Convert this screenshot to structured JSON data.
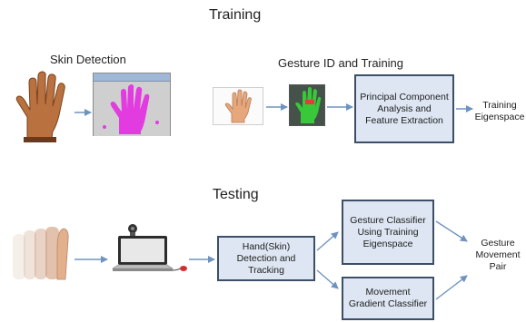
{
  "training": {
    "title": "Training",
    "skin_detection_label": "Skin Detection",
    "gesture_id_label": "Gesture ID and Training",
    "pca_box": "Principal Component Analysis and Feature Extraction",
    "output": "Training Eigenspace"
  },
  "testing": {
    "title": "Testing",
    "hand_box": "Hand(Skin) Detection and Tracking",
    "gesture_box": "Gesture Classifier Using Training Eigenspace",
    "movement_box": "Movement Gradient Classifier",
    "output": "Gesture Movement Pair"
  },
  "colors": {
    "box_fill": "#dde6f2",
    "box_border": "#3c4f66",
    "arrow": "#6f93bf",
    "skin": "#b8713f",
    "skin_mask": "#e23ce0",
    "green_mask": "#38c83a"
  },
  "icons": [
    "hand-photo",
    "skin-mask-window",
    "hand-photo-small",
    "green-hand-mask",
    "motion-hand",
    "laptop-camera"
  ]
}
